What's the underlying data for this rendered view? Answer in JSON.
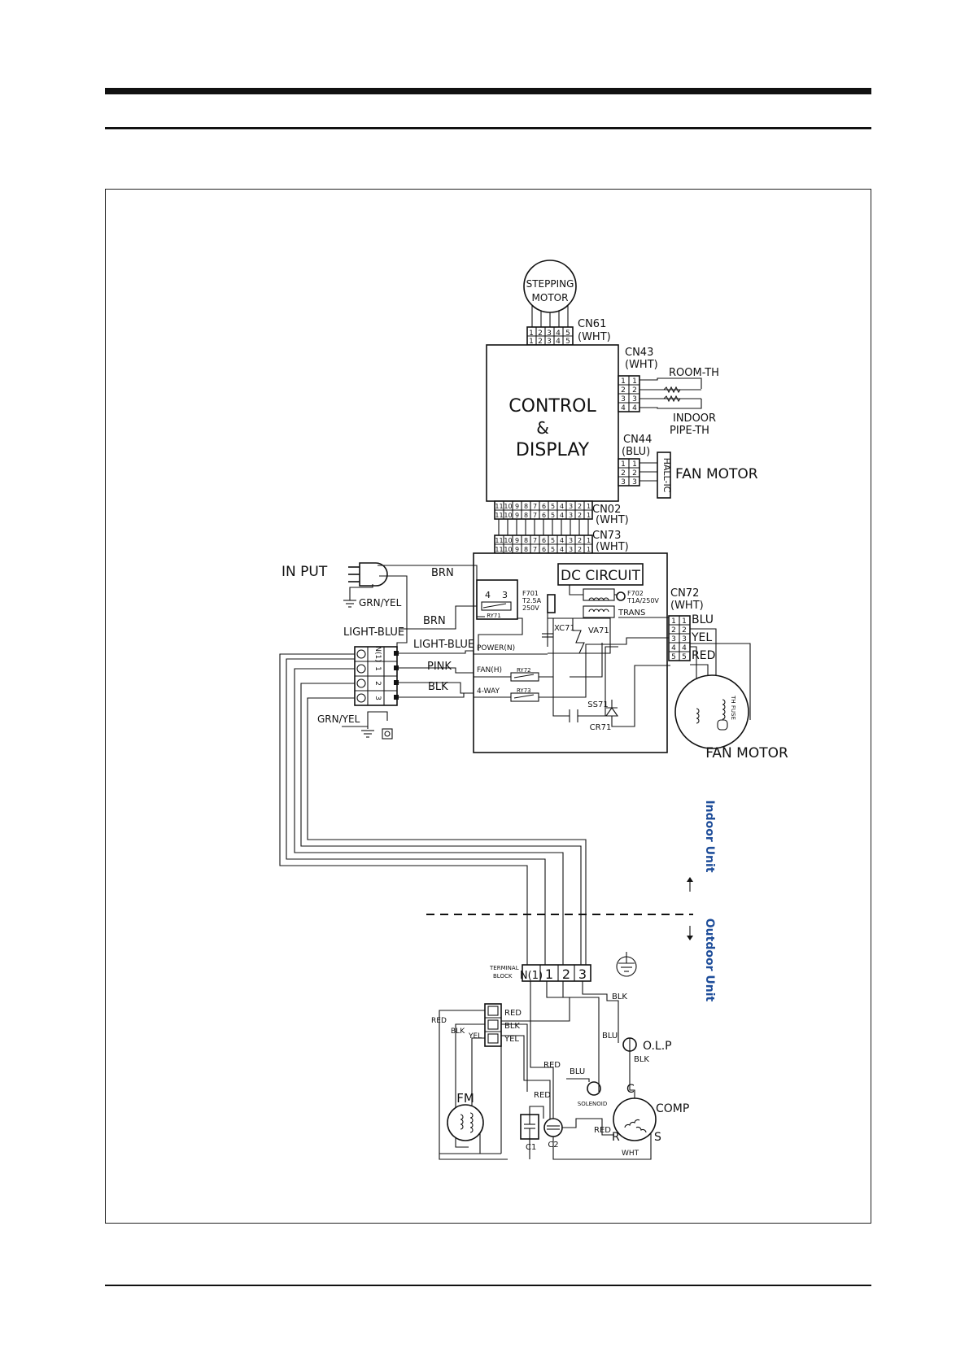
{
  "diagram": {
    "stepping_motor": {
      "line1": "STEPPING",
      "line2": "MOTOR"
    },
    "control": {
      "line1": "CONTROL",
      "line2": "&",
      "line3": "DISPLAY"
    },
    "connectors": {
      "cn61": {
        "name": "CN61",
        "color": "(WHT)",
        "pins": [
          "1",
          "2",
          "3",
          "4",
          "5"
        ]
      },
      "cn43": {
        "name": "CN43",
        "color": "(WHT)",
        "pins": [
          "1",
          "2",
          "3",
          "4"
        ]
      },
      "cn44": {
        "name": "CN44",
        "color": "(BLU)",
        "pins": [
          "1",
          "2",
          "3"
        ]
      },
      "cn02": {
        "name": "CN02",
        "color": "(WHT)",
        "pins": [
          "11",
          "10",
          "9",
          "8",
          "7",
          "6",
          "5",
          "4",
          "3",
          "2",
          "1"
        ]
      },
      "cn73": {
        "name": "CN73",
        "color": "(WHT)",
        "pins": [
          "11",
          "10",
          "9",
          "8",
          "7",
          "6",
          "5",
          "4",
          "3",
          "2",
          "1"
        ]
      },
      "cn72": {
        "name": "CN72",
        "color": "(WHT)",
        "pins": [
          "1",
          "2",
          "3",
          "4",
          "5"
        ]
      }
    },
    "room_th": "ROOM-TH",
    "indoor_pipe_th": {
      "line1": "INDOOR",
      "line2": "PIPE-TH"
    },
    "hall_ic": "HALL-IC",
    "fan_motor_top": "FAN MOTOR",
    "input": "IN PUT",
    "wire_labels": {
      "brn1": "BRN",
      "brn2": "BRN",
      "grn_yel_input": "GRN/YEL",
      "light_blue1": "LIGHT-BLUE",
      "light_blue2": "LIGHT-BLUE",
      "pink": "PINK",
      "blk": "BLK",
      "grn_yel_ground": "GRN/YEL",
      "blu": "BLU",
      "yel": "YEL",
      "red": "RED"
    },
    "indoor_terminal": [
      "N(1)",
      "1",
      "2",
      "3"
    ],
    "pcb": {
      "dc_circuit": "DC CIRCUIT",
      "f701": {
        "line1": "F701",
        "line2": "T2.5A",
        "line3": "250V"
      },
      "f702": {
        "line1": "F702",
        "line2": "T1A/250V"
      },
      "trans": "TRANS",
      "xc71": "XC71",
      "va71": "VA71",
      "ry71": "RY71",
      "ry71_pins": [
        "4",
        "3"
      ],
      "ry72": "RY72",
      "ry73": "RY73",
      "power_n": "POWER(N)",
      "fan_h": "FAN(H)",
      "four_way": "4-WAY",
      "ss71": "SS71",
      "cr71": "CR71"
    },
    "fan_motor_right": {
      "label": "FAN MOTOR",
      "fuse": "TH FUSE"
    },
    "indoor_unit": "Indoor Unit",
    "outdoor_unit": "Outdoor Unit",
    "terminal_block": {
      "line1": "TERMINAL",
      "line2": "BLOCK",
      "cells": [
        "N(1)",
        "1",
        "2",
        "3"
      ]
    },
    "outdoor_wires": {
      "red_a": "RED",
      "red_b": "RED",
      "blk_a": "BLK",
      "blk_b": "BLK",
      "blk_c": "BLK",
      "blk_d": "BLK",
      "yel_a": "YEL",
      "yel_b": "YEL",
      "blu_a": "BLU",
      "blu_b": "BLU",
      "red_c": "RED",
      "red_d": "RED",
      "red_e": "RED",
      "wht": "WHT"
    },
    "olp": "O.L.P",
    "solenoid": "SOLENOID",
    "fm": "FM",
    "comp": {
      "label": "COMP",
      "c": "C",
      "r": "R",
      "s": "S"
    },
    "c1": "C1",
    "c2": "C2"
  }
}
